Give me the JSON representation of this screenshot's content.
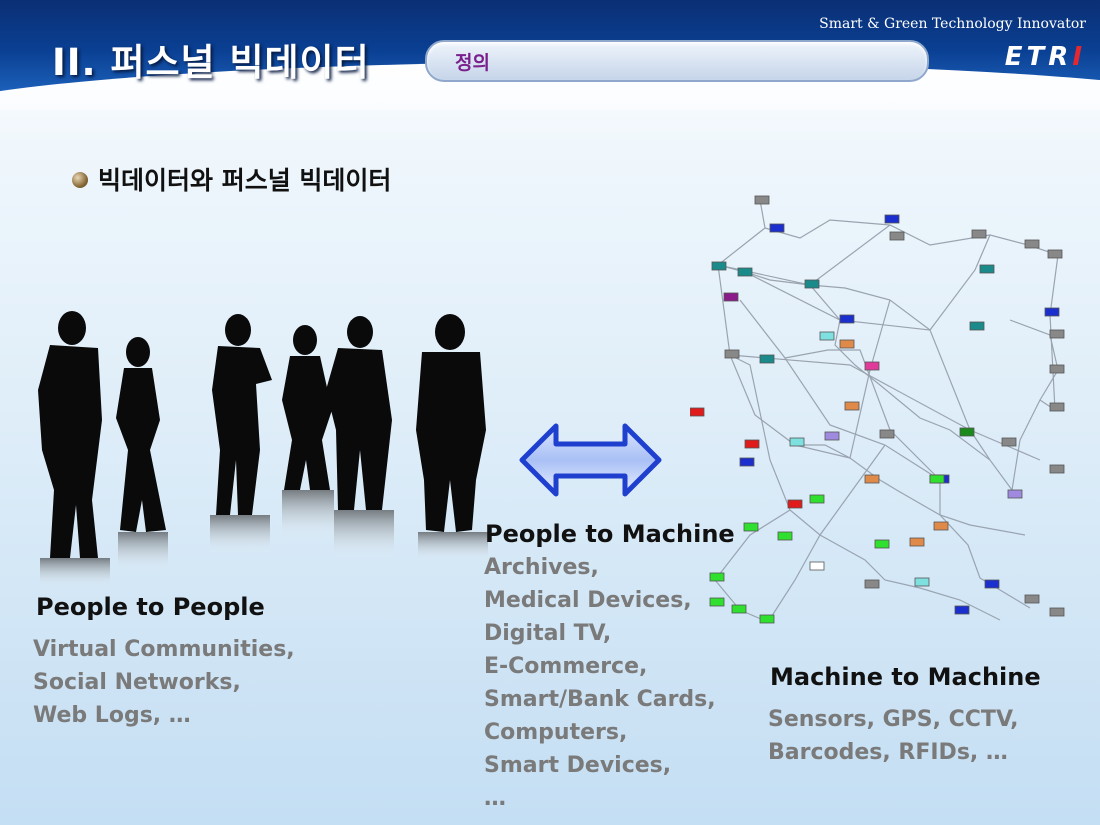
{
  "header": {
    "title": "II. 퍼스널 빅데이터",
    "section_label": "정의",
    "tagline": "Smart & Green Technology Innovator",
    "logo_main": "ETR",
    "logo_accent": "I"
  },
  "subtitle": "빅데이터와 퍼스널 빅데이터",
  "groups": {
    "p2p": {
      "heading": "People to People",
      "items": [
        "Virtual Communities,",
        "Social Networks,",
        "Web Logs, …"
      ]
    },
    "p2m": {
      "heading": "People to Machine",
      "items": [
        "Archives,",
        "Medical Devices,",
        "Digital TV,",
        "E-Commerce,",
        "Smart/Bank Cards,",
        "Computers,",
        "Smart Devices,",
        " …"
      ]
    },
    "m2m": {
      "heading": "Machine to Machine",
      "items": [
        "Sensors, GPS, CCTV,",
        "Barcodes, RFIDs,  …"
      ]
    }
  },
  "colors": {
    "arrow": "#1f3fcf",
    "item_text": "#7a7a7a",
    "section_label": "#7a1f8c"
  }
}
